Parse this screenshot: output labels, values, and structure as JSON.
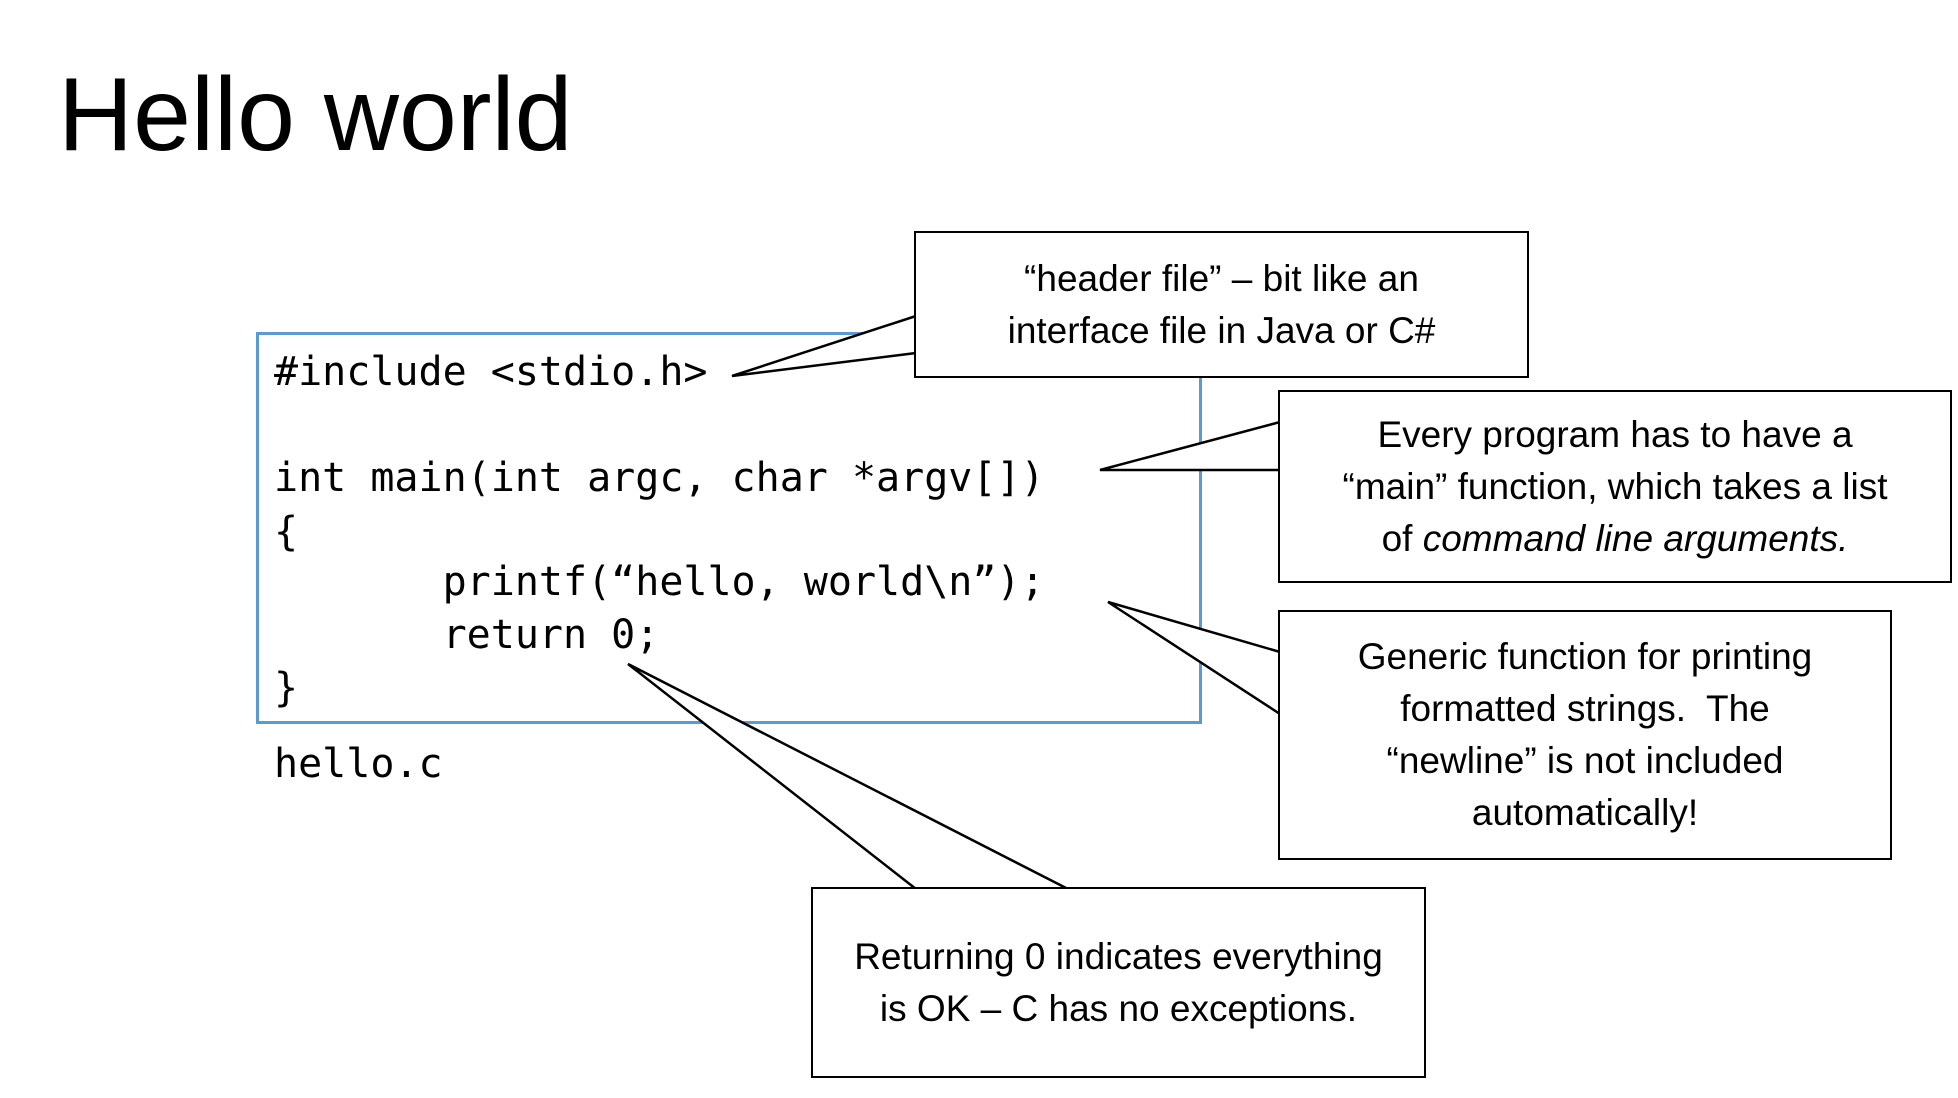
{
  "slide": {
    "title": "Hello world"
  },
  "code": {
    "lines": [
      "#include <stdio.h>",
      "int main(int argc, char *argv[])",
      "{",
      "       printf(“hello, world\\n”);",
      "       return 0;",
      "}"
    ],
    "filename": "hello.c"
  },
  "callouts": {
    "header": {
      "line1": "“header file” – bit like an",
      "line2": "interface file in Java or C#"
    },
    "main": {
      "line1": "Every program has to have a",
      "line2": "“main” function, which takes a list",
      "line3_prefix": "of ",
      "line3_emphasis": "command line arguments."
    },
    "printf": {
      "line1": "Generic function for printing",
      "line2": "formatted strings.  The",
      "line3": "“newline” is not included",
      "line4": "automatically!"
    },
    "return": {
      "line1": "Returning 0 indicates everything",
      "line2": "is OK – C has no exceptions."
    }
  },
  "colors": {
    "code_border": "#5b9bd5",
    "callout_border": "#000000",
    "text": "#000000",
    "background": "#ffffff"
  }
}
